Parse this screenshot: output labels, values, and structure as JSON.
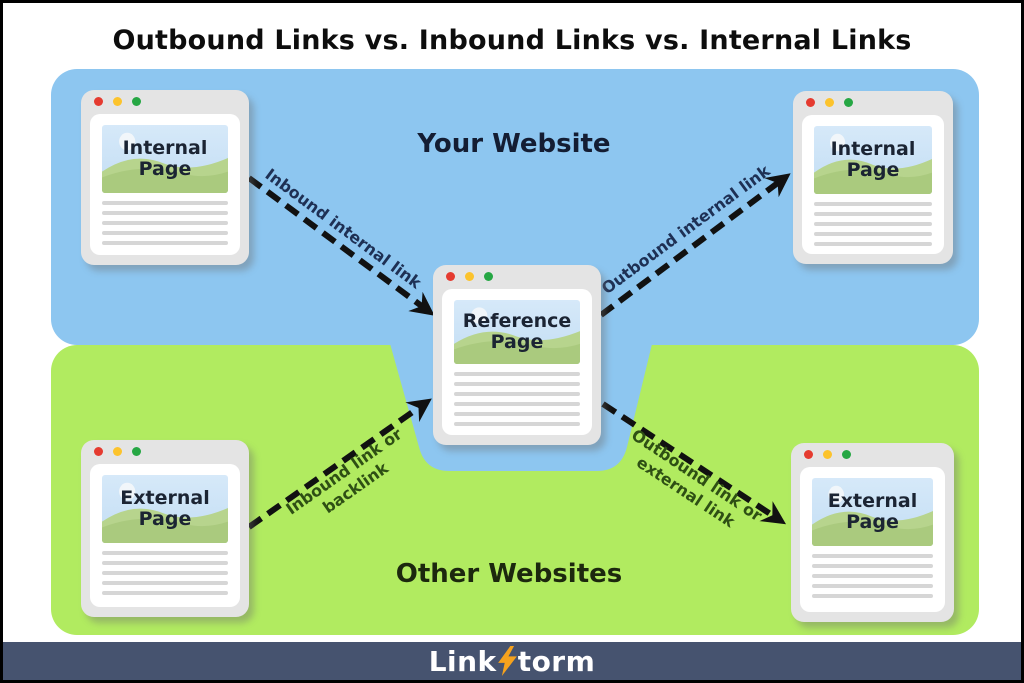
{
  "title": "Outbound Links vs. Inbound Links vs. Internal Links",
  "regions": {
    "your_website": {
      "label": "Your Website"
    },
    "other_websites": {
      "label": "Other Websites"
    }
  },
  "colors": {
    "your_website_bg": "#8dc6f0",
    "other_websites_bg": "#b1eb60",
    "arrow": "#111111",
    "label_on_blue": "#1e3054",
    "label_on_green": "#2e4f14",
    "footer_bar": "#46536f"
  },
  "cards": {
    "top_left": {
      "title": "Internal Page"
    },
    "top_right": {
      "title": "Internal Page"
    },
    "center": {
      "title": "Reference Page"
    },
    "bottom_left": {
      "title": "External Page"
    },
    "bottom_right": {
      "title": "External Page"
    }
  },
  "arrows": {
    "inbound_internal": {
      "label": "Inbound internal link"
    },
    "outbound_internal": {
      "label": "Outbound internal link"
    },
    "inbound_backlink": {
      "line1": "Inbound link or",
      "line2": "backlink"
    },
    "outbound_external": {
      "line1": "Outbound link or",
      "line2": "external link"
    }
  },
  "footer": {
    "brand_prefix": "Link",
    "brand_suffix": "torm",
    "bolt_icon": "lightning-bolt",
    "bolt_color": "#f6a21d"
  }
}
